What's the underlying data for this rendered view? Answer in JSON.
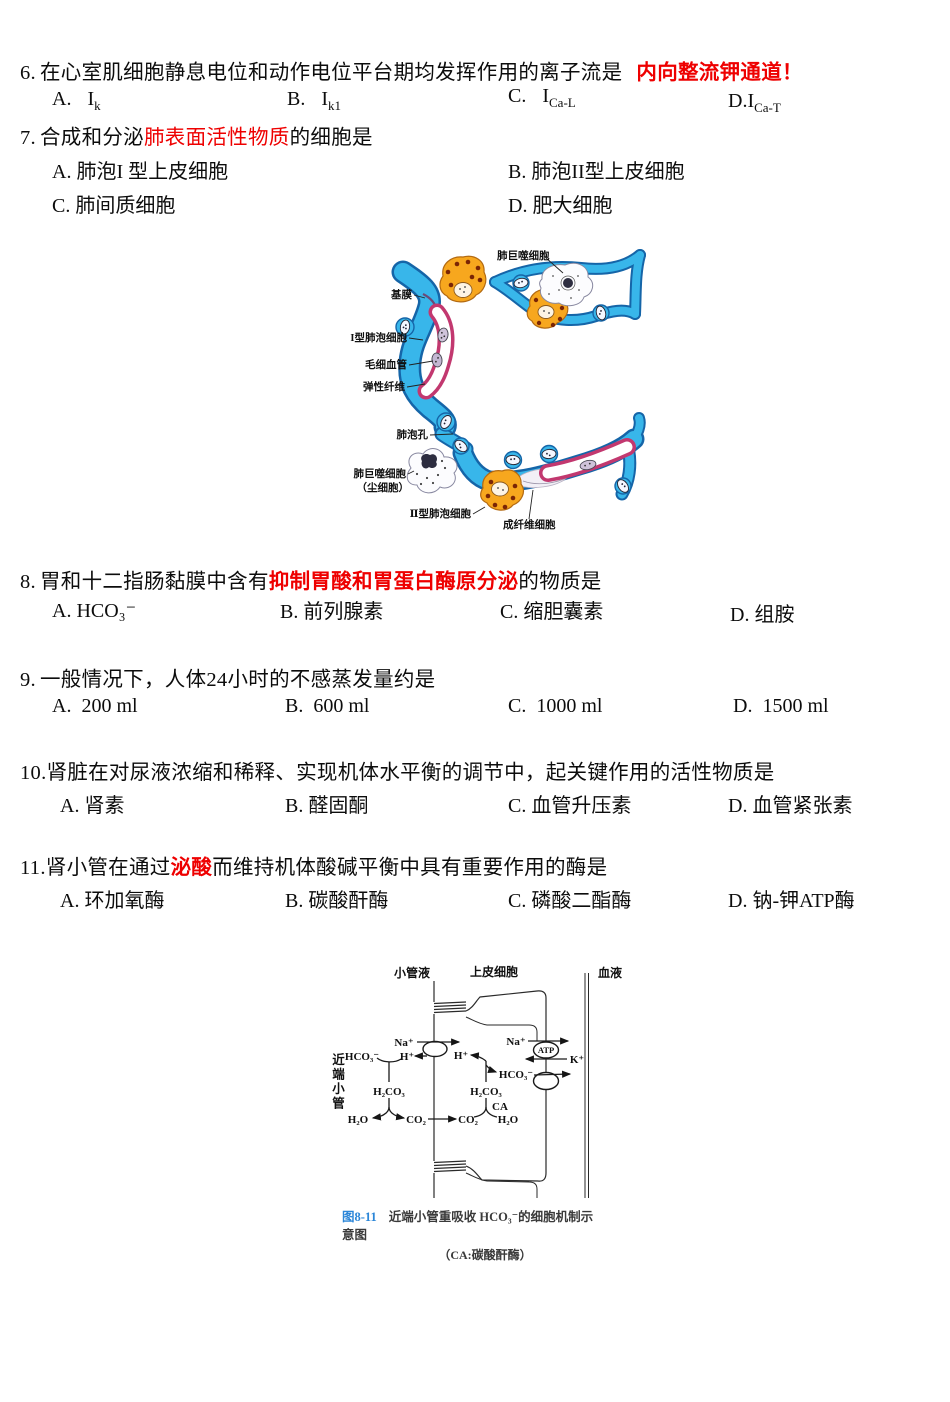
{
  "colors": {
    "highlight_red": "#ee0000",
    "caption_blue": "#2b86d8",
    "band_blue": "#38b6ea",
    "band_outline": "#1565a8",
    "cell_orange": "#f7a71e",
    "capillary_pink": "#c2386f"
  },
  "questions": {
    "q6": {
      "number": "6.",
      "text": "在心室肌细胞静息电位和动作电位平台期均发挥作用的离子流是",
      "highlight": "内向整流钾通道！",
      "options": [
        {
          "label": "A.",
          "base": "I",
          "sub": "k"
        },
        {
          "label": "B.",
          "base": "I",
          "sub": "k1"
        },
        {
          "label": "C.",
          "base": "I",
          "sub": "Ca-L"
        },
        {
          "label": "D.I",
          "base": "",
          "sub": "Ca-T"
        }
      ]
    },
    "q7": {
      "number": "7.",
      "pre": "合成和分泌",
      "highlight": "肺表面活性物质",
      "post": "的细胞是",
      "options": [
        {
          "label": "A.",
          "text": "肺泡I 型上皮细胞"
        },
        {
          "label": "B.",
          "text": "肺泡II型上皮细胞"
        },
        {
          "label": "C.",
          "text": "肺间质细胞"
        },
        {
          "label": "D.",
          "text": "肥大细胞"
        }
      ]
    },
    "q8": {
      "number": "8.",
      "pre": "胃和十二指肠黏膜中含有",
      "highlight": "抑制胃酸和胃蛋白酶原分泌",
      "post": "的物质是",
      "options": [
        {
          "label": "A.",
          "text": "HCO₃⁻"
        },
        {
          "label": "B.",
          "text": "前列腺素"
        },
        {
          "label": "C.",
          "text": "缩胆囊素"
        },
        {
          "label": "D.",
          "text": "组胺"
        }
      ]
    },
    "q9": {
      "number": "9.",
      "text": "一般情况下，人体24小时的不感蒸发量约是",
      "options": [
        {
          "label": "A.",
          "text": "200 ml"
        },
        {
          "label": "B.",
          "text": "600 ml"
        },
        {
          "label": "C.",
          "text": "1000 ml"
        },
        {
          "label": "D.",
          "text": "1500 ml"
        }
      ]
    },
    "q10": {
      "number": "10.",
      "text": "肾脏在对尿液浓缩和稀释、实现机体水平衡的调节中，起关键作用的活性物质是",
      "options": [
        {
          "label": "A.",
          "text": "肾素"
        },
        {
          "label": "B.",
          "text": "醛固酮"
        },
        {
          "label": "C.",
          "text": "血管升压素"
        },
        {
          "label": "D.",
          "text": "血管紧张素"
        }
      ]
    },
    "q11": {
      "number": "11.",
      "pre": "肾小管在通过",
      "highlight": "泌酸",
      "post": "而维持机体酸碱平衡中具有重要作用的酶是",
      "options": [
        {
          "label": "A.",
          "text": "环加氧酶"
        },
        {
          "label": "B.",
          "text": "碳酸酐酶"
        },
        {
          "label": "C.",
          "text": "磷酸二酯酶"
        },
        {
          "label": "D.",
          "text": "钠-钾ATP酶"
        }
      ]
    }
  },
  "figure_alveoli": {
    "labels": {
      "macrophage_top": "肺巨噬细胞",
      "basement_membrane": "基膜",
      "type1_cell": "I型肺泡细胞",
      "capillary": "毛细血管",
      "elastic_fiber": "弹性纤维",
      "alveolar_pore": "肺泡孔",
      "macrophage_bottom": "肺巨噬细胞",
      "dust_cell": "（尘细胞）",
      "type2_cell": "Ⅱ型肺泡细胞",
      "fibroblast": "成纤维细胞"
    }
  },
  "figure_tubule": {
    "top_labels": {
      "tubule_fluid": "小管液",
      "epithelium": "上皮细胞",
      "blood": "血液"
    },
    "side_label": "近端小管",
    "species": {
      "na_left": "Na⁺",
      "h_left": "H⁺",
      "hco3_left": "HCO₃⁻",
      "h2co3_left": "H₂CO₃",
      "h2o_left": "H₂O",
      "co2_left": "CO₂",
      "h_cell": "H⁺",
      "hco3_cell": "HCO₃⁻",
      "h2co3_cell": "H₂CO₃",
      "ca": "CA",
      "co2_cell": "CO₂",
      "h2o_cell": "H₂O",
      "na_right": "Na⁺",
      "atp": "ATP",
      "k_right": "K⁺"
    },
    "caption": {
      "figure_no": "图8-11",
      "title_line1": "近端小管重吸收 HCO₃⁻的细胞机制示",
      "title_line2": "意图",
      "note": "（CA:碳酸酐酶）"
    }
  }
}
